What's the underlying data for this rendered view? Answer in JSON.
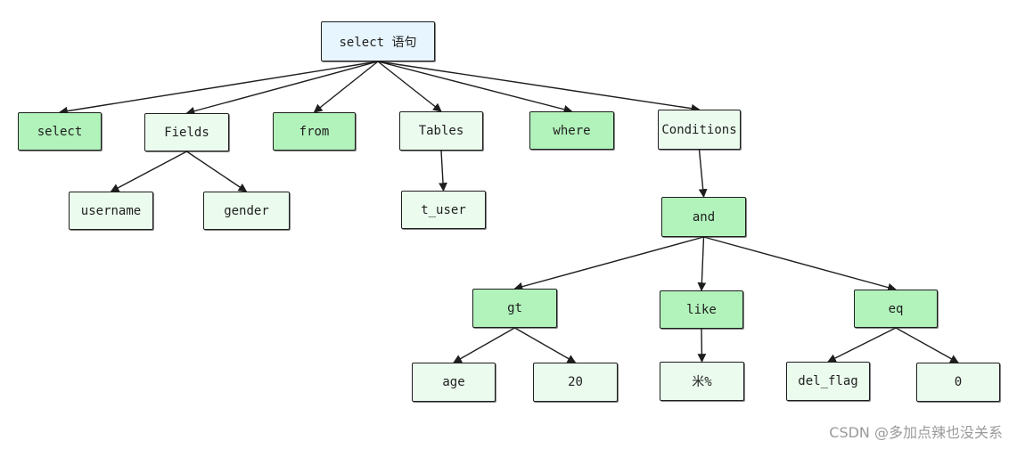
{
  "colors": {
    "root_fill": "#e7f5ff",
    "keyword_fill": "#b2f2bb",
    "leaf_fill": "#ebfbee",
    "stroke": "#1e1e1e"
  },
  "nodes": {
    "root": "select 语句",
    "select": "select",
    "fields": "Fields",
    "from": "from",
    "tables": "Tables",
    "where": "where",
    "conditions": "Conditions",
    "username": "username",
    "gender": "gender",
    "t_user": "t_user",
    "and": "and",
    "gt": "gt",
    "like": "like",
    "eq": "eq",
    "age": "age",
    "val_20": "20",
    "pattern": "米%",
    "del_flag": "del_flag",
    "val_0": "0"
  },
  "edges": [
    [
      "root",
      "select"
    ],
    [
      "root",
      "fields"
    ],
    [
      "root",
      "from"
    ],
    [
      "root",
      "tables"
    ],
    [
      "root",
      "where"
    ],
    [
      "root",
      "conditions"
    ],
    [
      "fields",
      "username"
    ],
    [
      "fields",
      "gender"
    ],
    [
      "tables",
      "t_user"
    ],
    [
      "conditions",
      "and"
    ],
    [
      "and",
      "gt"
    ],
    [
      "and",
      "like"
    ],
    [
      "and",
      "eq"
    ],
    [
      "gt",
      "age"
    ],
    [
      "gt",
      "val_20"
    ],
    [
      "like",
      "pattern"
    ],
    [
      "eq",
      "del_flag"
    ],
    [
      "eq",
      "val_0"
    ]
  ],
  "watermark": "CSDN @多加点辣也没关系"
}
